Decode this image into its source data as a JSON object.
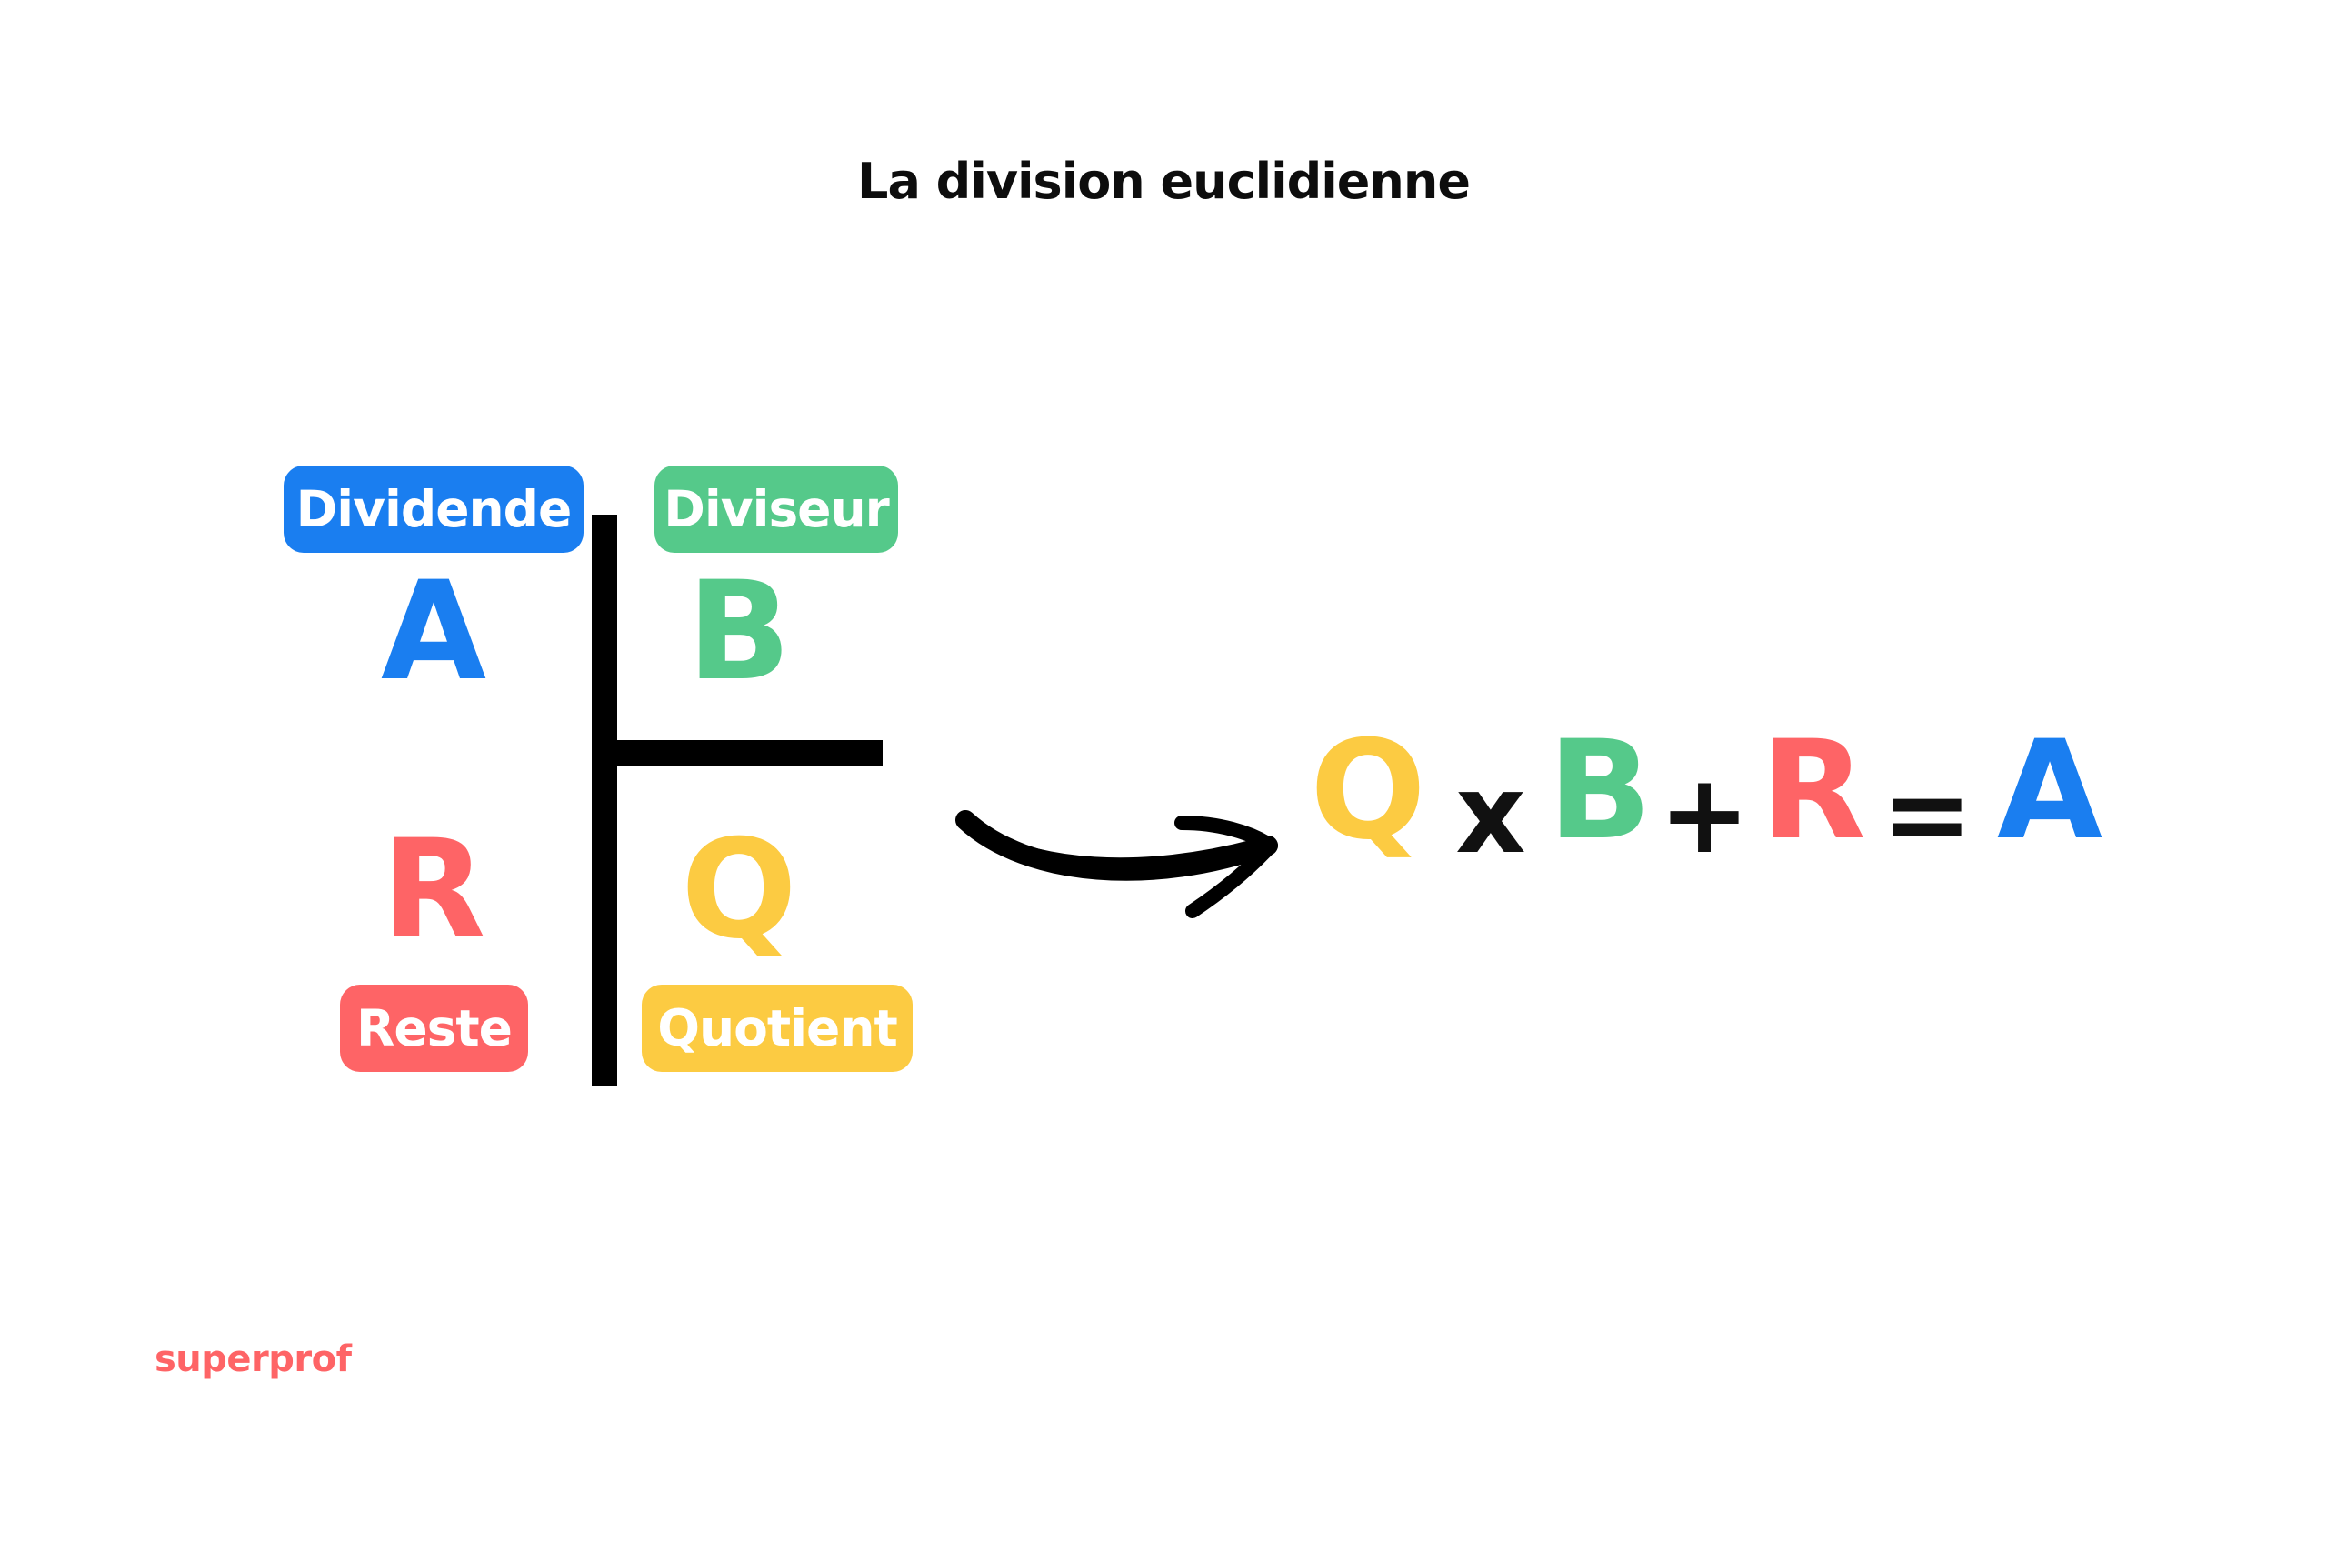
{
  "title": "La division euclidienne",
  "labels": {
    "dividende": "Dividende",
    "diviseur": "Diviseur",
    "reste": "Reste",
    "quotient": "Quotient"
  },
  "letters": {
    "a": "A",
    "b": "B",
    "r": "R",
    "q": "Q"
  },
  "formula": {
    "q": "Q",
    "times": "x",
    "b": "B",
    "plus": "+",
    "r": "R",
    "equals": "=",
    "a": "A"
  },
  "brand": "superprof",
  "colors": {
    "dividende": "#1a7ef0",
    "diviseur": "#55c98a",
    "reste": "#fe6466",
    "quotient": "#fccb42",
    "brand": "#fe6466"
  },
  "icons": {
    "arrow": "curved-arrow-icon"
  }
}
